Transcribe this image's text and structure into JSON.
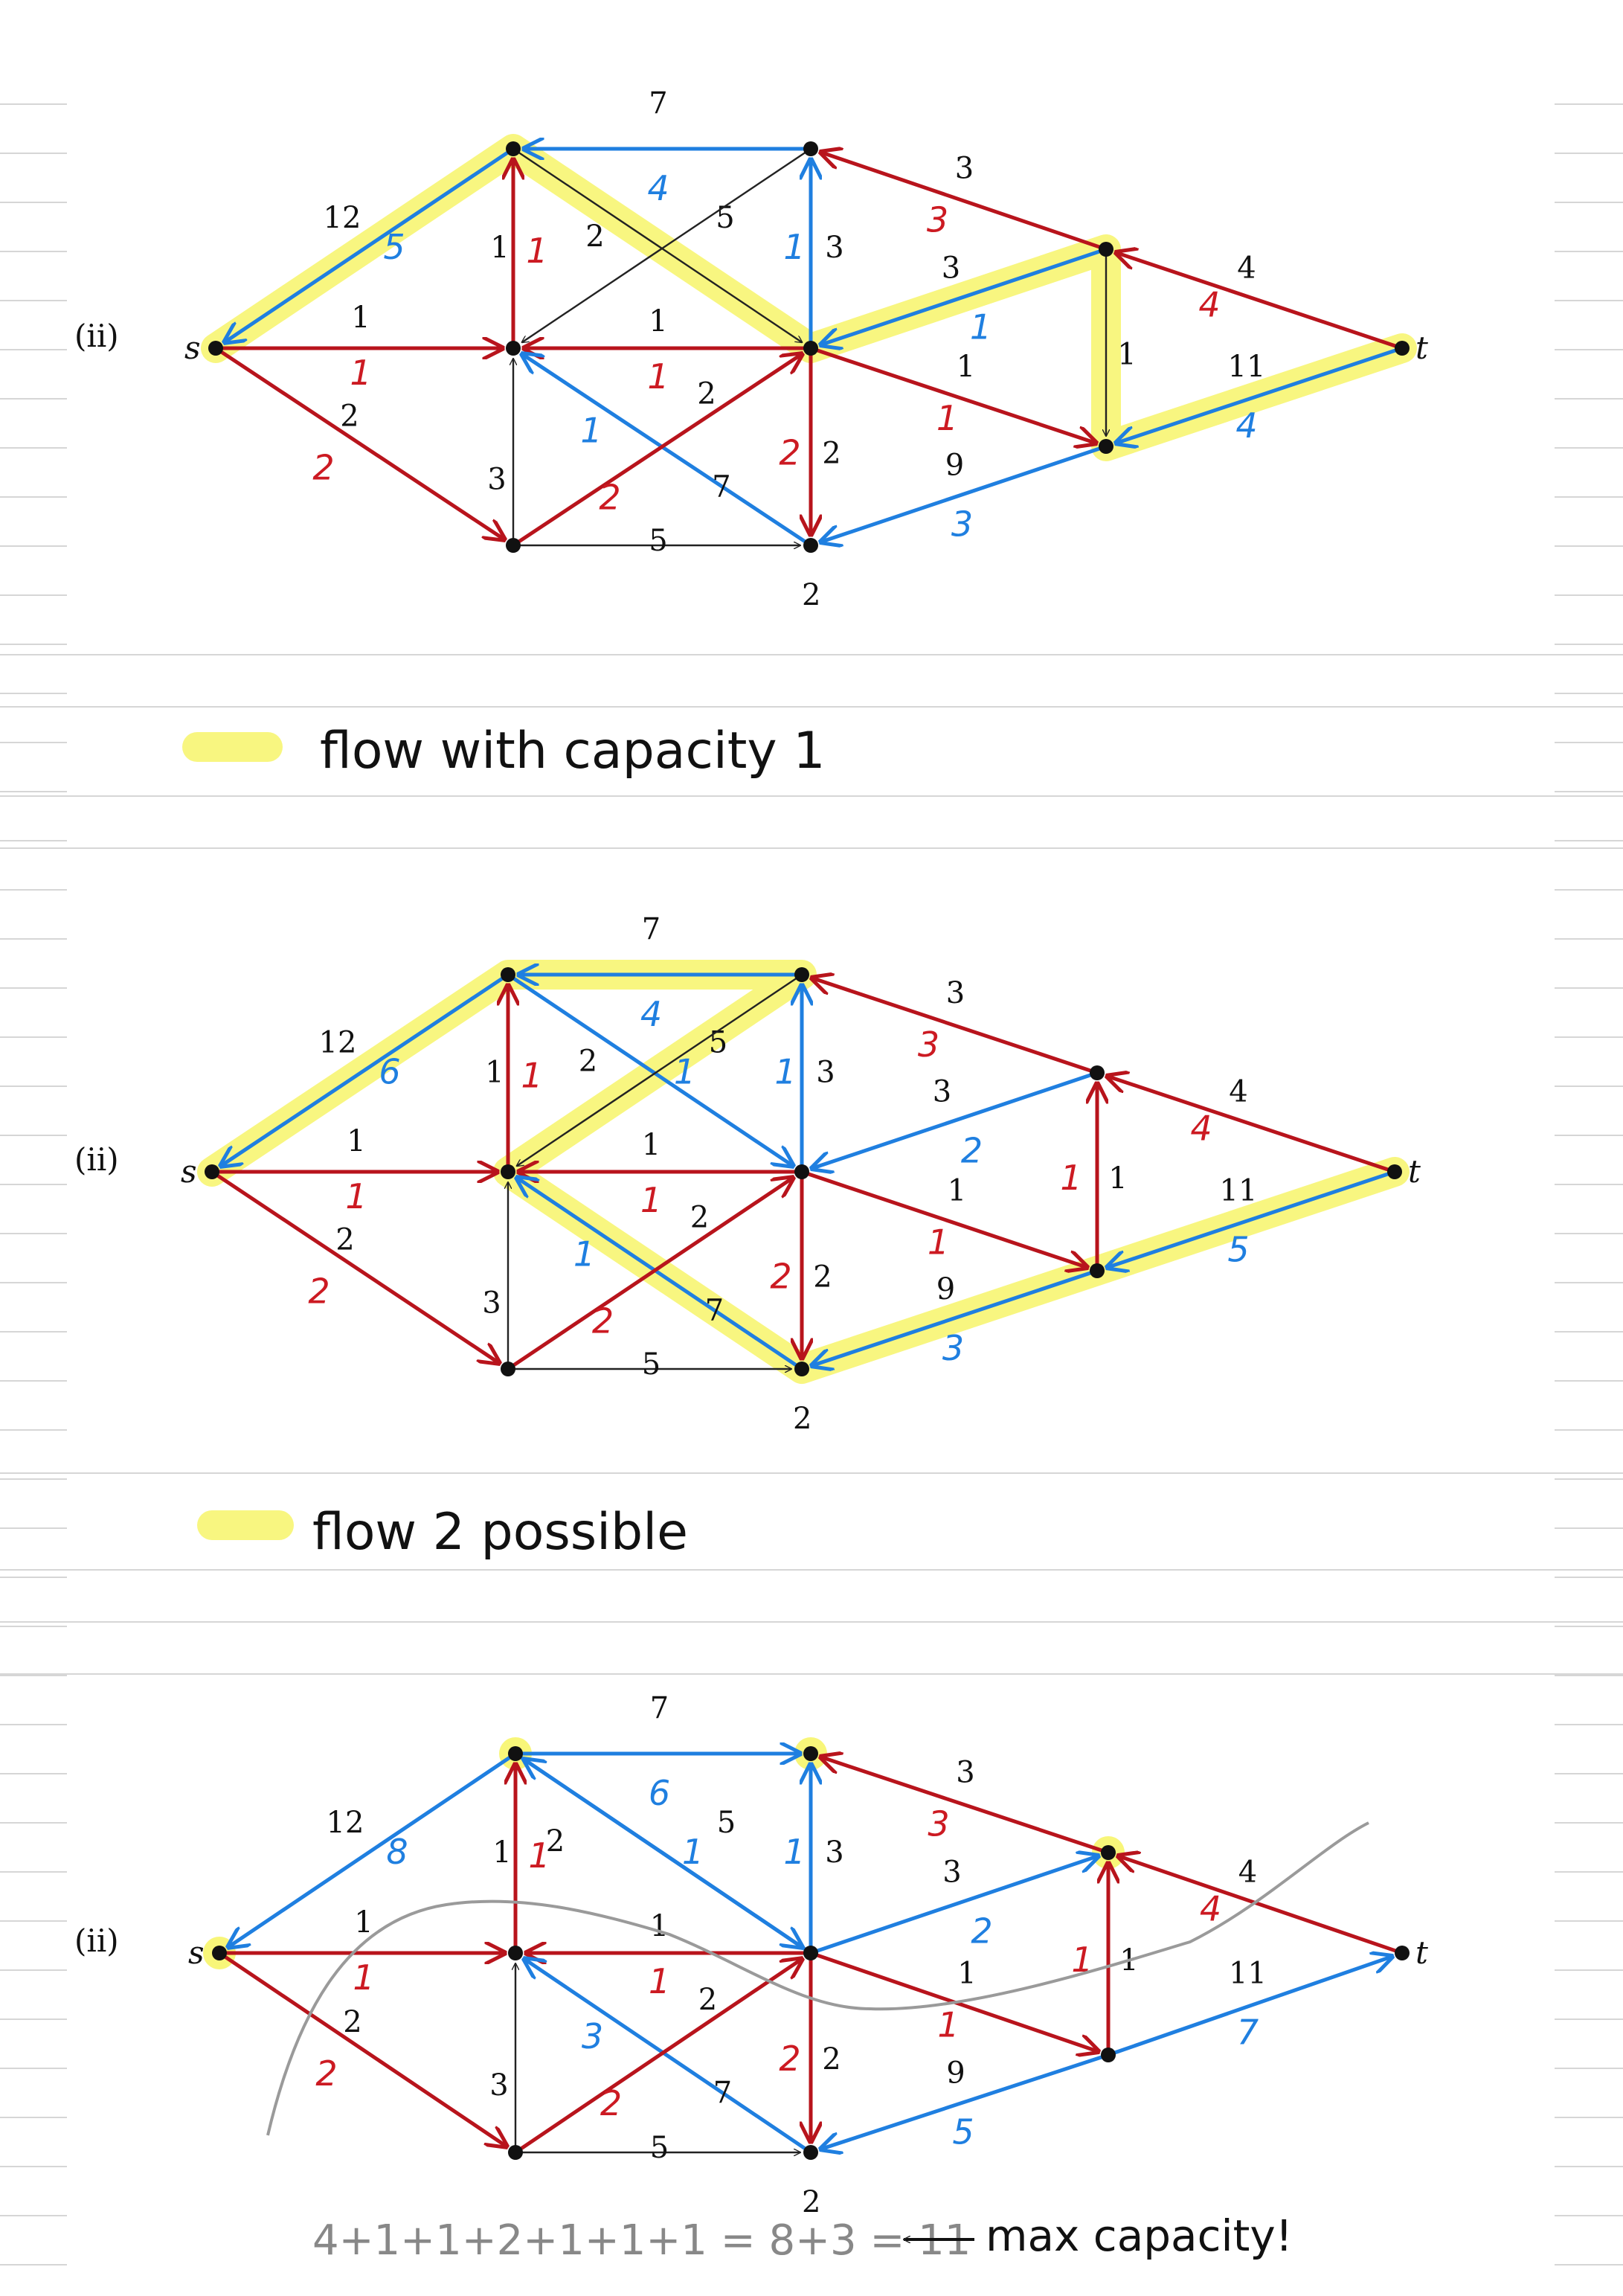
{
  "diagrams": [
    {
      "label": "(ii)",
      "source_label": "s",
      "sink_label": "t",
      "edges": [
        {
          "id": "A-s",
          "capacity": "12",
          "flow": "5"
        },
        {
          "id": "s-C",
          "capacity": "1",
          "flow": "1"
        },
        {
          "id": "s-F",
          "capacity": "2",
          "flow": "2"
        },
        {
          "id": "B-A",
          "capacity": "7",
          "flow": "4"
        },
        {
          "id": "C-A",
          "capacity": "1",
          "flow": "1"
        },
        {
          "id": "A-D",
          "capacity": "5",
          "flow": ""
        },
        {
          "id": "B-C",
          "capacity": "2",
          "flow": ""
        },
        {
          "id": "D-C",
          "capacity": "1",
          "flow": "1"
        },
        {
          "id": "F-C",
          "capacity": "3",
          "flow": ""
        },
        {
          "id": "D-B",
          "capacity": "3",
          "flow": "1"
        },
        {
          "id": "E-B",
          "capacity": "3",
          "flow": "3"
        },
        {
          "id": "H-C",
          "capacity": "7",
          "flow": "1"
        },
        {
          "id": "F-D",
          "capacity": "2",
          "flow": "2"
        },
        {
          "id": "D-H",
          "capacity": "2",
          "flow": "2"
        },
        {
          "id": "D-G",
          "capacity": "1",
          "flow": "1"
        },
        {
          "id": "E-D",
          "capacity": "3",
          "flow": "1"
        },
        {
          "id": "F-H",
          "capacity": "5",
          "flow": ""
        },
        {
          "id": "G-H",
          "capacity": "9",
          "flow": "3"
        },
        {
          "id": "E-G",
          "capacity": "1",
          "flow": ""
        },
        {
          "id": "t-E",
          "capacity": "4",
          "flow": "4"
        },
        {
          "id": "t-G",
          "capacity": "11",
          "flow": "4"
        }
      ],
      "bottom_label": "2"
    },
    {
      "label": "(ii)",
      "source_label": "s",
      "sink_label": "t",
      "edges": [
        {
          "id": "A-s",
          "capacity": "12",
          "flow": "6"
        },
        {
          "id": "s-C",
          "capacity": "1",
          "flow": "1"
        },
        {
          "id": "s-F",
          "capacity": "2",
          "flow": "2"
        },
        {
          "id": "B-A",
          "capacity": "7",
          "flow": "4"
        },
        {
          "id": "C-A",
          "capacity": "1",
          "flow": "1"
        },
        {
          "id": "A-D",
          "capacity": "5",
          "flow": "1"
        },
        {
          "id": "B-C",
          "capacity": "2",
          "flow": ""
        },
        {
          "id": "D-C",
          "capacity": "1",
          "flow": "1"
        },
        {
          "id": "F-C",
          "capacity": "3",
          "flow": ""
        },
        {
          "id": "D-B",
          "capacity": "3",
          "flow": "1"
        },
        {
          "id": "E-B",
          "capacity": "3",
          "flow": "3"
        },
        {
          "id": "H-C",
          "capacity": "7",
          "flow": "1"
        },
        {
          "id": "F-D",
          "capacity": "2",
          "flow": "2"
        },
        {
          "id": "D-H",
          "capacity": "2",
          "flow": "2"
        },
        {
          "id": "D-G",
          "capacity": "1",
          "flow": "1"
        },
        {
          "id": "G-D",
          "capacity": "3",
          "flow": "2"
        },
        {
          "id": "F-H",
          "capacity": "5",
          "flow": ""
        },
        {
          "id": "G-H",
          "capacity": "9",
          "flow": "3"
        },
        {
          "id": "G-E",
          "capacity": "1",
          "flow": "1"
        },
        {
          "id": "t-E",
          "capacity": "4",
          "flow": "4"
        },
        {
          "id": "t-G",
          "capacity": "11",
          "flow": "5"
        }
      ],
      "bottom_label": "2"
    },
    {
      "label": "(ii)",
      "source_label": "s",
      "sink_label": "t",
      "edges": [
        {
          "id": "A-s",
          "capacity": "12",
          "flow": "8"
        },
        {
          "id": "s-C",
          "capacity": "1",
          "flow": "1"
        },
        {
          "id": "s-F",
          "capacity": "2",
          "flow": "2"
        },
        {
          "id": "A-B",
          "capacity": "7",
          "flow": "6"
        },
        {
          "id": "C-A",
          "capacity": "1",
          "flow": "1"
        },
        {
          "id": "A-D",
          "capacity": "5",
          "flow": "1"
        },
        {
          "id": "D-B2",
          "capacity": "2",
          "flow": ""
        },
        {
          "id": "D-C",
          "capacity": "1",
          "flow": "1"
        },
        {
          "id": "F-C",
          "capacity": "3",
          "flow": ""
        },
        {
          "id": "D-B",
          "capacity": "3",
          "flow": "1"
        },
        {
          "id": "E-B",
          "capacity": "3",
          "flow": "3"
        },
        {
          "id": "H-C",
          "capacity": "7",
          "flow": "3"
        },
        {
          "id": "F-D",
          "capacity": "2",
          "flow": "2"
        },
        {
          "id": "D-H",
          "capacity": "2",
          "flow": "2"
        },
        {
          "id": "D-G",
          "capacity": "1",
          "flow": "1"
        },
        {
          "id": "D-E",
          "capacity": "3",
          "flow": "2"
        },
        {
          "id": "F-H",
          "capacity": "5",
          "flow": ""
        },
        {
          "id": "H-G",
          "capacity": "9",
          "flow": "5"
        },
        {
          "id": "G-E",
          "capacity": "1",
          "flow": "1"
        },
        {
          "id": "t-E",
          "capacity": "4",
          "flow": "4"
        },
        {
          "id": "t-G",
          "capacity": "11",
          "flow": "7"
        }
      ],
      "bottom_label": "2"
    }
  ],
  "legend1": {
    "text": "flow with capacity 1"
  },
  "legend2": {
    "text": "flow 2 possible"
  },
  "summary": {
    "sum": "4+1+1+2+1+1+1 = 8+3 = 11",
    "note": "max capacity!"
  },
  "colors": {
    "forward_flow": "#b8141c",
    "backward_flow": "#1f7fe0",
    "highlight": "#f7f56a",
    "rule_lines": "#d6d6d6"
  }
}
